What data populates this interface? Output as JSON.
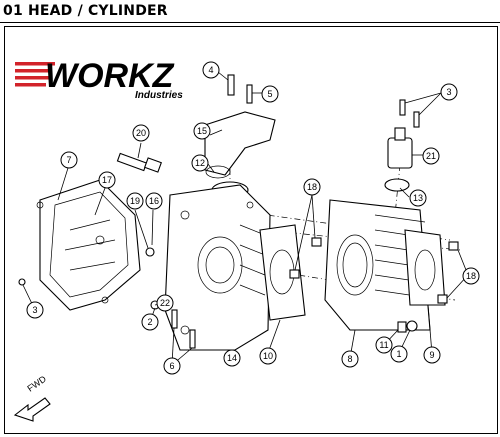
{
  "header": {
    "title": "01 HEAD / CYLINDER"
  },
  "logo": {
    "brand": "WORKZ",
    "sub": "Industries",
    "accent": "#d2232a"
  },
  "fwd_label": "FWD",
  "callouts": [
    {
      "id": "c4",
      "num": "4"
    },
    {
      "id": "c5",
      "num": "5"
    },
    {
      "id": "c3a",
      "num": "3"
    },
    {
      "id": "c20",
      "num": "20"
    },
    {
      "id": "c15",
      "num": "15"
    },
    {
      "id": "c12",
      "num": "12"
    },
    {
      "id": "c21",
      "num": "21"
    },
    {
      "id": "c7",
      "num": "7"
    },
    {
      "id": "c17",
      "num": "17"
    },
    {
      "id": "c19",
      "num": "19"
    },
    {
      "id": "c16",
      "num": "16"
    },
    {
      "id": "c18a",
      "num": "18"
    },
    {
      "id": "c13",
      "num": "13"
    },
    {
      "id": "c3b",
      "num": "3"
    },
    {
      "id": "c2",
      "num": "2"
    },
    {
      "id": "c22",
      "num": "22"
    },
    {
      "id": "c6",
      "num": "6"
    },
    {
      "id": "c14",
      "num": "14"
    },
    {
      "id": "c10",
      "num": "10"
    },
    {
      "id": "c8",
      "num": "8"
    },
    {
      "id": "c11",
      "num": "11"
    },
    {
      "id": "c1",
      "num": "1"
    },
    {
      "id": "c9",
      "num": "9"
    },
    {
      "id": "c18b",
      "num": "18"
    }
  ]
}
